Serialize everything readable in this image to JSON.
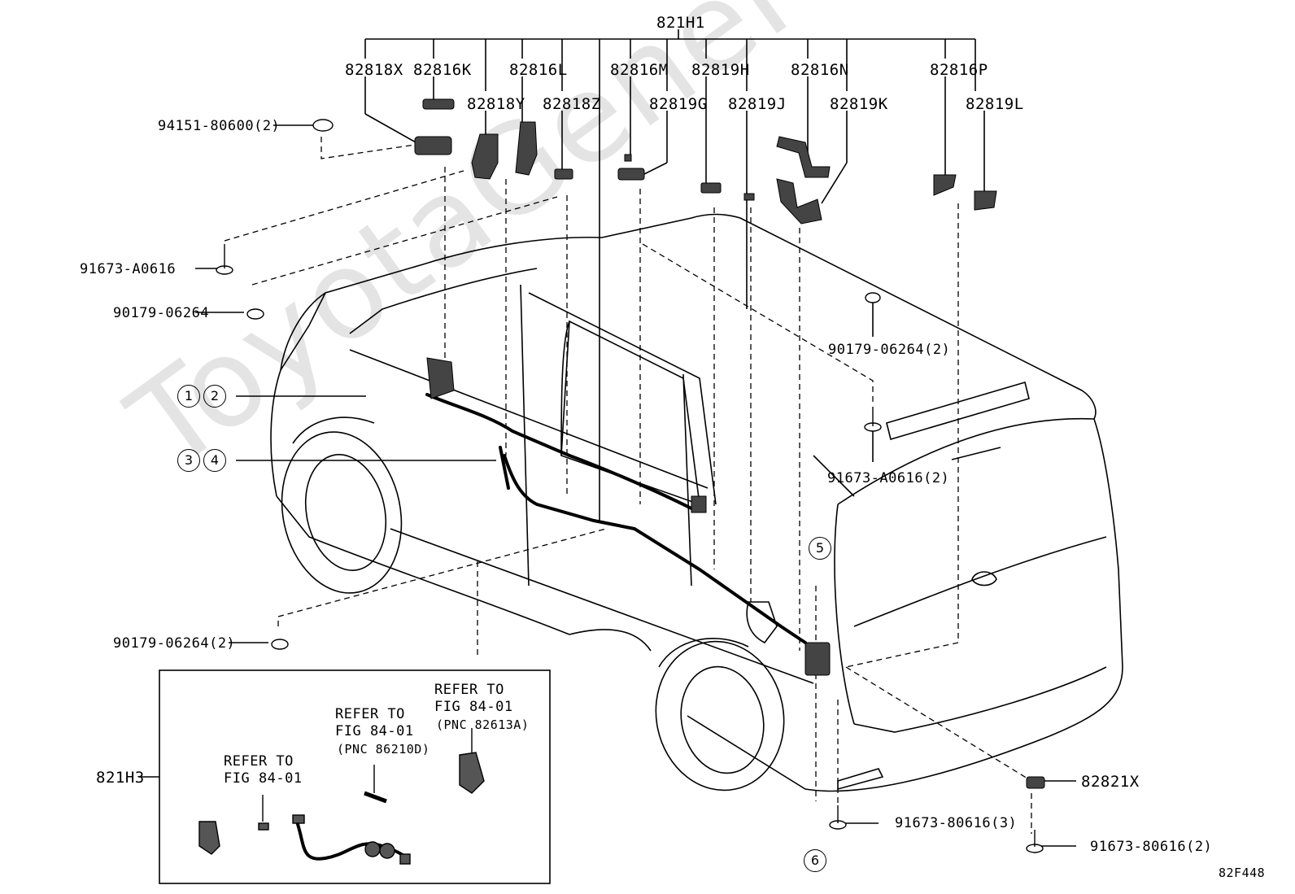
{
  "watermark": "ToyotaGeneMine.ru",
  "diagram_code": "82F448",
  "group_top": "821H1",
  "group_box": "821H3",
  "parts_top_row1": [
    "82818X",
    "82816K",
    "82816L",
    "82816M",
    "82819H",
    "82816N",
    "82816P"
  ],
  "parts_top_row2": [
    "82818Y",
    "82818Z",
    "82819G",
    "82819J",
    "82819K",
    "82819L"
  ],
  "fasteners": {
    "f1": "94151-80600(2)",
    "f2": "91673-A0616",
    "f3": "90179-06264",
    "f4": "90179-06264(2)",
    "f5": "91673-A0616(2)",
    "f6": "90179-06264(2)",
    "f7": "91673-80616(3)",
    "f8": "91673-80616(2)"
  },
  "part_82821X": "82821X",
  "callouts": [
    "1",
    "2",
    "3",
    "4",
    "5",
    "6"
  ],
  "refer_boxes": [
    {
      "line1": "REFER TO",
      "line2": "FIG 84-01",
      "line3": ""
    },
    {
      "line1": "REFER TO",
      "line2": "FIG 84-01",
      "line3": "(PNC 86210D)"
    },
    {
      "line1": "REFER TO",
      "line2": "FIG 84-01",
      "line3": "(PNC 82613A)"
    }
  ]
}
